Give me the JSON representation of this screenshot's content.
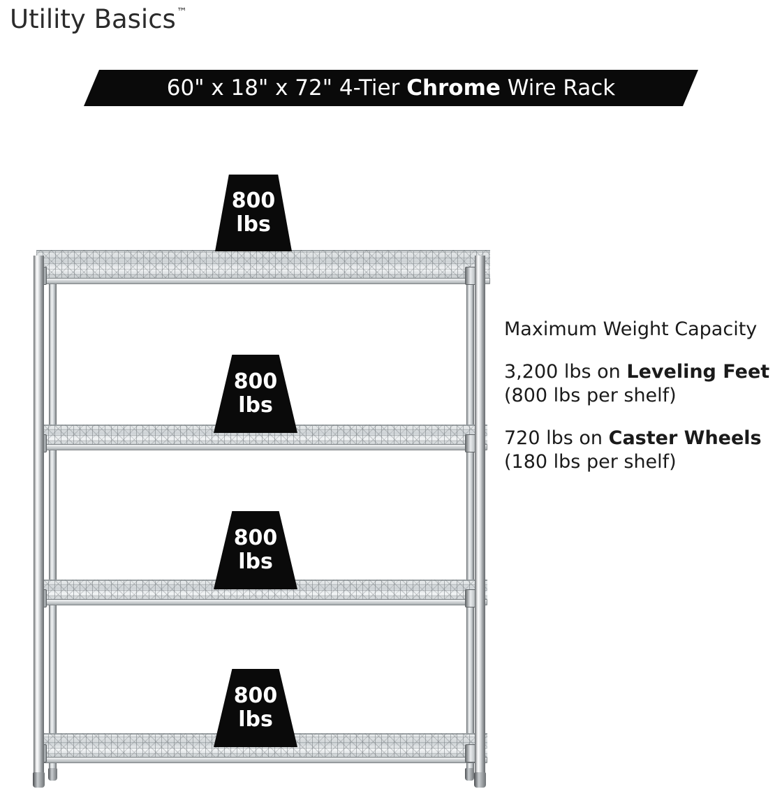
{
  "brand": {
    "name": "Utility Basics",
    "trademark": "™"
  },
  "banner": {
    "prefix": "60\" x 18\" x 72\" 4-Tier ",
    "emphasis": "Chrome",
    "suffix": " Wire Rack"
  },
  "info": {
    "heading": "Maximum Weight Capacity",
    "leveling": {
      "lead": "3,200 lbs on ",
      "strong": "Leveling Feet",
      "tail": " (800 lbs per shelf)"
    },
    "caster": {
      "lead": "720 lbs on ",
      "strong": "Caster Wheels",
      "tail": " (180 lbs per shelf)"
    }
  },
  "badges": [
    {
      "value": "800",
      "unit": "lbs"
    },
    {
      "value": "800",
      "unit": "lbs"
    },
    {
      "value": "800",
      "unit": "lbs"
    },
    {
      "value": "800",
      "unit": "lbs"
    }
  ],
  "colors": {
    "banner_background": "#0a0a0a",
    "banner_text": "#ffffff",
    "body_text": "#1a1a1a",
    "brand_text": "#2b2b2b",
    "page_background": "#ffffff"
  }
}
